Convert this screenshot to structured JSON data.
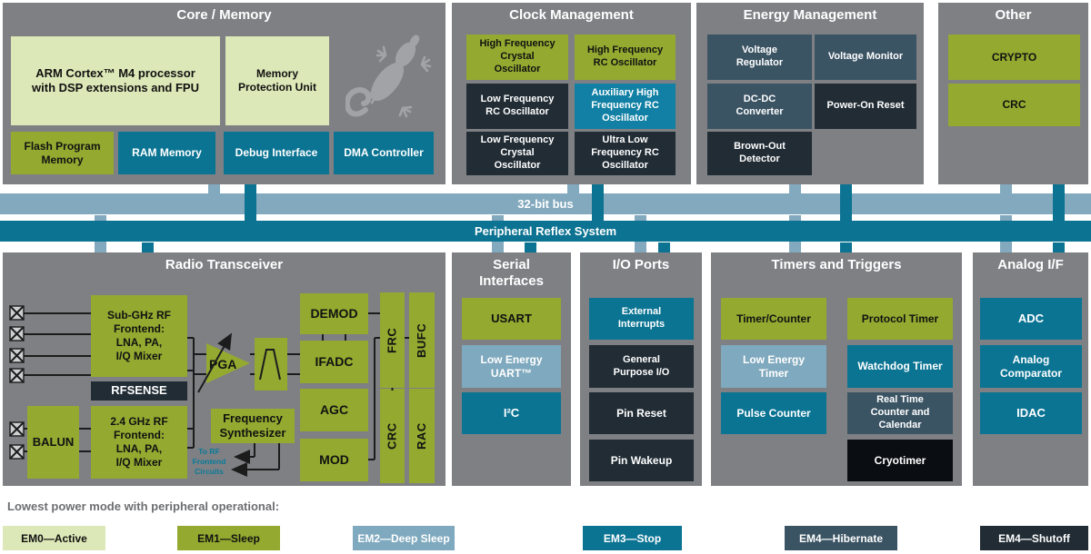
{
  "colors": {
    "section_bg": "#7e8084",
    "em0_active": "#dce8b7",
    "em1_sleep": "#93a930",
    "em2_deep_sleep": "#7fa9be",
    "em3_stop": "#0b7493",
    "em4_hibernate": "#3b5464",
    "em4_shutoff": "#212c35",
    "bus_light": "#82a9bd",
    "bus_teal": "#0c7392",
    "gecko_gray": "#a1a3a6"
  },
  "buses": {
    "bus_32bit": "32-bit bus",
    "prs": "Peripheral Reflex System"
  },
  "sections": {
    "core_memory": {
      "title": "Core / Memory",
      "boxes": {
        "arm": "ARM Cortex™ M4 processor\nwith DSP extensions and FPU",
        "mpu": "Memory\nProtection Unit",
        "flash": "Flash Program\nMemory",
        "ram": "RAM Memory",
        "debug": "Debug Interface",
        "dma": "DMA Controller"
      }
    },
    "clock_management": {
      "title": "Clock Management",
      "boxes": [
        {
          "label": "High Frequency\nCrystal\nOscillator",
          "mode": "em1"
        },
        {
          "label": "High Frequency\nRC Oscillator",
          "mode": "em1"
        },
        {
          "label": "Low Frequency\nRC Oscillator",
          "mode": "em4_shutoff"
        },
        {
          "label": "Auxiliary High\nFrequency RC\nOscillator",
          "mode": "em3"
        },
        {
          "label": "Low Frequency\nCrystal\nOscillator",
          "mode": "em4_shutoff"
        },
        {
          "label": "Ultra Low\nFrequency RC\nOscillator",
          "mode": "em4_shutoff"
        }
      ]
    },
    "energy_management": {
      "title": "Energy Management",
      "boxes": [
        {
          "label": "Voltage\nRegulator",
          "mode": "em4_hibernate"
        },
        {
          "label": "Voltage Monitor",
          "mode": "em4_hibernate"
        },
        {
          "label": "DC-DC\nConverter",
          "mode": "em4_hibernate"
        },
        {
          "label": "Power-On Reset",
          "mode": "em4_shutoff"
        },
        {
          "label": "Brown-Out\nDetector",
          "mode": "em4_shutoff"
        }
      ]
    },
    "other": {
      "title": "Other",
      "boxes": [
        {
          "label": "CRYPTO",
          "mode": "em1"
        },
        {
          "label": "CRC",
          "mode": "em1"
        }
      ]
    },
    "radio": {
      "title": "Radio Transceiver",
      "subghz": "Sub-GHz RF\nFrontend:\nLNA, PA,\nI/Q Mixer",
      "rfsense": "RFSENSE",
      "balun": "BALUN",
      "ghz24": "2.4 GHz RF\nFrontend:\nLNA, PA,\nI/Q Mixer",
      "pga": "PGA",
      "freq_synth": "Frequency\nSynthesizer",
      "demod": "DEMOD",
      "ifadc": "IFADC",
      "agc": "AGC",
      "mod": "MOD",
      "frc": "FRC",
      "bufc": "BUFC",
      "crc": "CRC",
      "rac": "RAC",
      "to_rf": "To RF\nFrontend\nCircuits"
    },
    "serial": {
      "title": "Serial Interfaces",
      "boxes": [
        {
          "label": "USART",
          "mode": "em1"
        },
        {
          "label": "Low Energy\nUART™",
          "mode": "em2"
        },
        {
          "label": "I²C",
          "mode": "em3"
        }
      ]
    },
    "io_ports": {
      "title": "I/O Ports",
      "boxes": [
        {
          "label": "External\nInterrupts",
          "mode": "em3"
        },
        {
          "label": "General\nPurpose I/O",
          "mode": "em4_shutoff"
        },
        {
          "label": "Pin Reset",
          "mode": "em4_shutoff"
        },
        {
          "label": "Pin Wakeup",
          "mode": "em4_shutoff"
        }
      ]
    },
    "timers": {
      "title": "Timers and Triggers",
      "boxes": [
        {
          "label": "Timer/Counter",
          "mode": "em1"
        },
        {
          "label": "Protocol Timer",
          "mode": "em1"
        },
        {
          "label": "Low Energy\nTimer",
          "mode": "em2"
        },
        {
          "label": "Watchdog Timer",
          "mode": "em3"
        },
        {
          "label": "Pulse Counter",
          "mode": "em3"
        },
        {
          "label": "Real Time\nCounter and\nCalendar",
          "mode": "em4_hibernate"
        },
        {
          "label": "Cryotimer",
          "mode": "em4_shutoff"
        }
      ]
    },
    "analog": {
      "title": "Analog I/F",
      "boxes": [
        {
          "label": "ADC",
          "mode": "em3"
        },
        {
          "label": "Analog\nComparator",
          "mode": "em3"
        },
        {
          "label": "IDAC",
          "mode": "em3"
        }
      ]
    }
  },
  "legend": {
    "heading": "Lowest power mode with peripheral operational:",
    "items": [
      {
        "label": "EM0—Active",
        "mode": "em0"
      },
      {
        "label": "EM1—Sleep",
        "mode": "em1"
      },
      {
        "label": "EM2—Deep Sleep",
        "mode": "em2"
      },
      {
        "label": "EM3—Stop",
        "mode": "em3"
      },
      {
        "label": "EM4—Hibernate",
        "mode": "em4_hibernate"
      },
      {
        "label": "EM4—Shutoff",
        "mode": "em4_shutoff"
      }
    ]
  }
}
